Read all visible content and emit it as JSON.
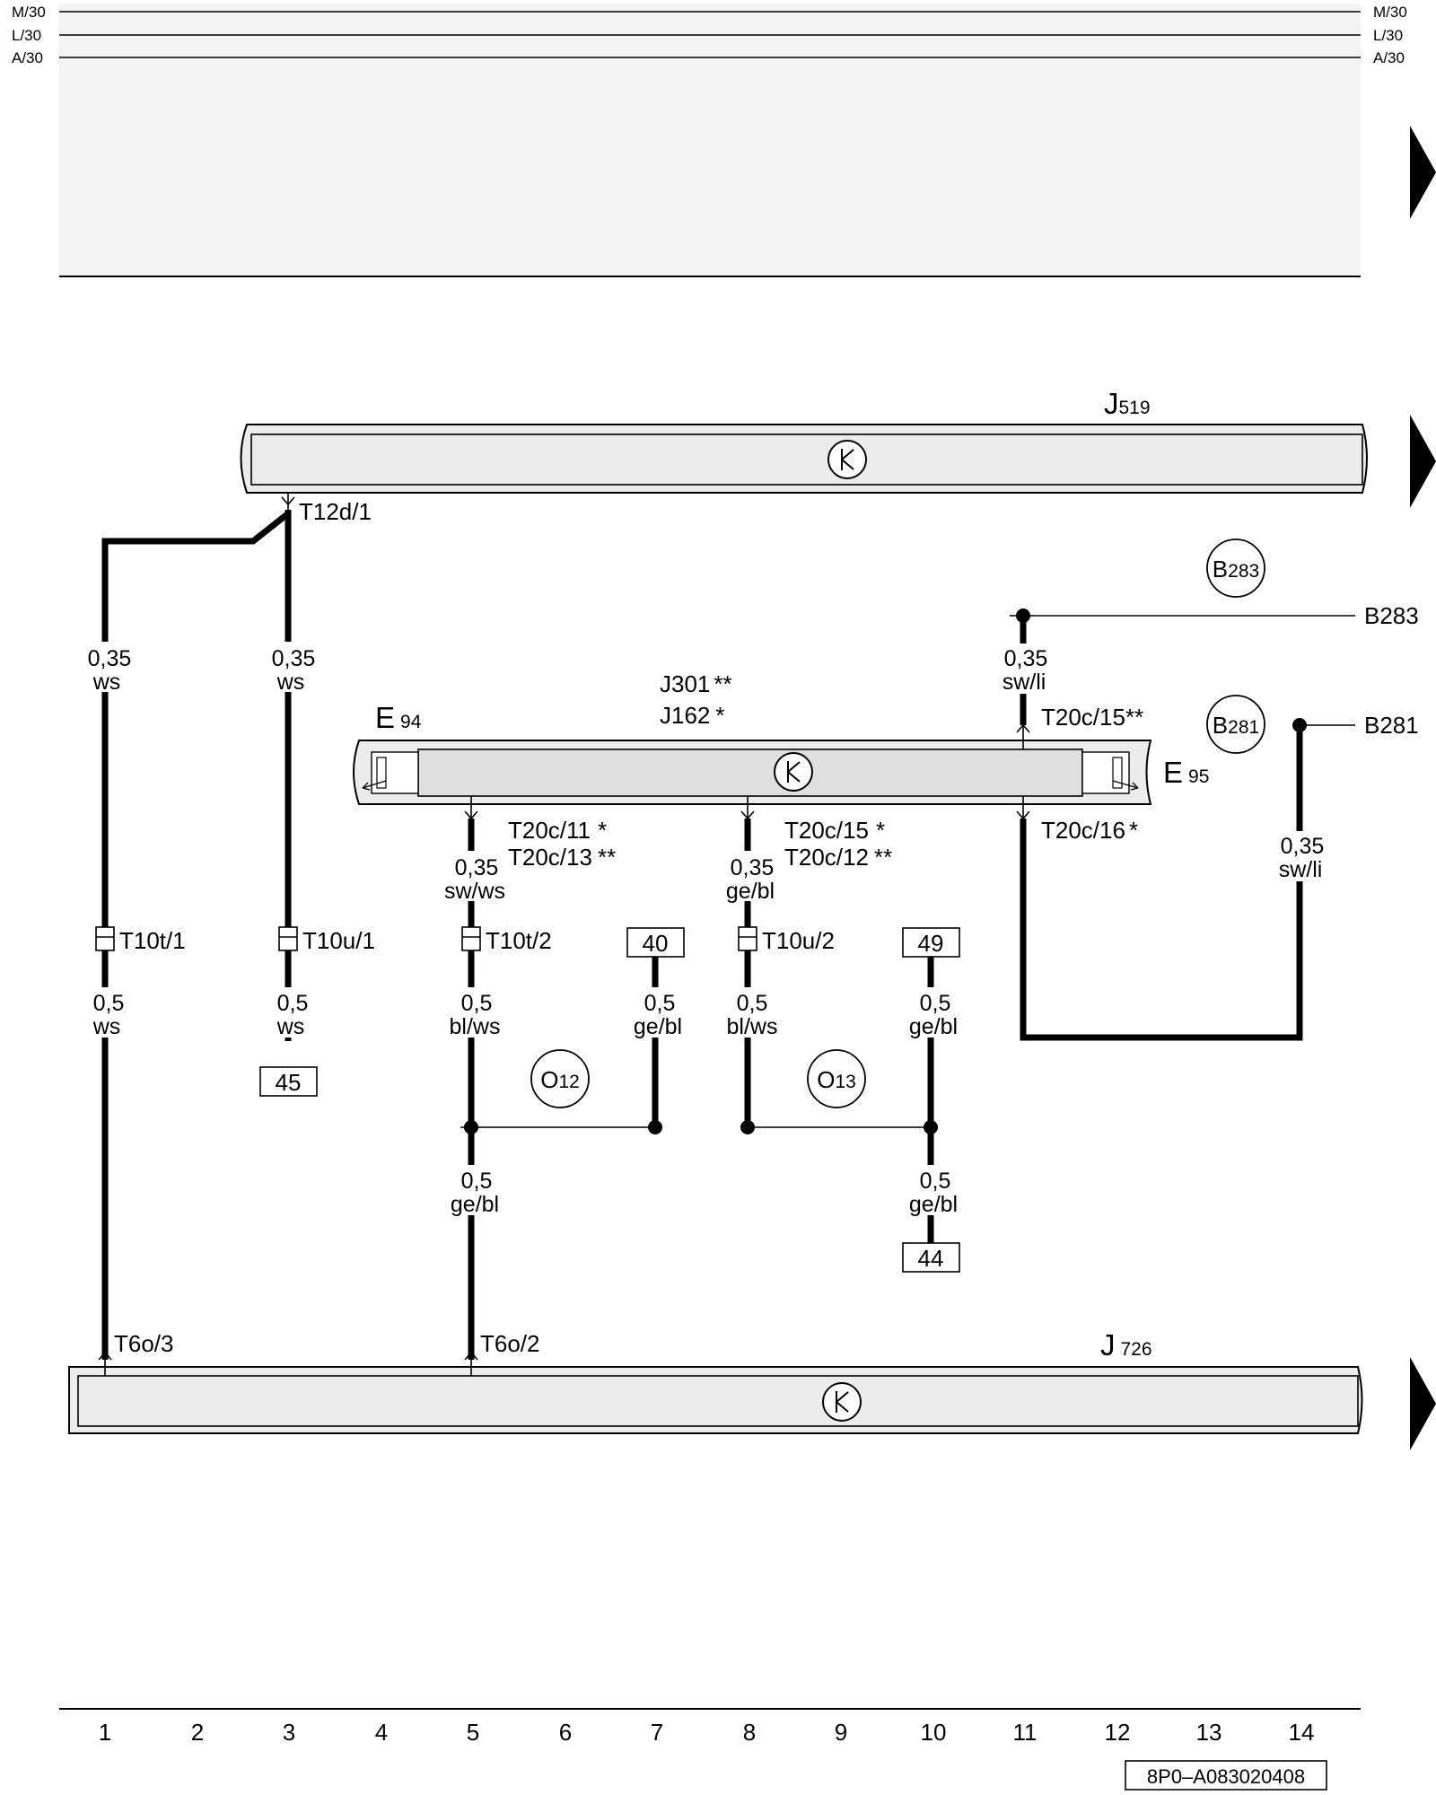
{
  "rails": [
    {
      "name": "M/30",
      "y": 13
    },
    {
      "name": "L/30",
      "y": 39
    },
    {
      "name": "A/30",
      "y": 64
    }
  ],
  "components": {
    "j519": {
      "label": "J",
      "num": "519"
    },
    "j726": {
      "label": "J",
      "num": "726"
    },
    "e94": {
      "label": "E",
      "num": "94"
    },
    "e95": {
      "label": "E",
      "num": "95"
    },
    "j301": {
      "label": "J301",
      "mark": "**"
    },
    "j162": {
      "label": "J162",
      "mark": "*"
    }
  },
  "connectors": {
    "t12d_1": "T12d/1",
    "t10t_1": "T10t/1",
    "t10u_1": "T10u/1",
    "t10t_2": "T10t/2",
    "t10u_2": "T10u/2",
    "t20c_11": "T20c/11",
    "t20c_13": "T20c/13",
    "t20c_15a": "T20c/15",
    "t20c_12": "T20c/12",
    "t20c_15b": "T20c/15",
    "t20c_16": "T20c/16",
    "t6o_3": "T6o/3",
    "t6o_2": "T6o/2",
    "mark_single": "*",
    "mark_double": "**"
  },
  "wires": {
    "w1_top": {
      "size": "0,35",
      "color": "ws"
    },
    "w3_top": {
      "size": "0,35",
      "color": "ws"
    },
    "w1_bot": {
      "size": "0,5",
      "color": "ws"
    },
    "w3_bot": {
      "size": "0,5",
      "color": "ws"
    },
    "w5_top": {
      "size": "0,35",
      "color": "sw/ws"
    },
    "w5_mid": {
      "size": "0,5",
      "color": "bl/ws"
    },
    "w7": {
      "size": "0,5",
      "color": "ge/bl"
    },
    "w8_top": {
      "size": "0,35",
      "color": "ge/bl"
    },
    "w8_mid": {
      "size": "0,5",
      "color": "bl/ws"
    },
    "w10": {
      "size": "0,5",
      "color": "ge/bl"
    },
    "w5_bot": {
      "size": "0,5",
      "color": "ge/bl"
    },
    "w10_bot": {
      "size": "0,5",
      "color": "ge/bl"
    },
    "w11": {
      "size": "0,35",
      "color": "sw/li"
    },
    "w14": {
      "size": "0,35",
      "color": "sw/li"
    }
  },
  "refs": {
    "r45": "45",
    "r40": "40",
    "r49": "49",
    "r44": "44"
  },
  "splices": {
    "o12": {
      "letter": "O",
      "num": "12"
    },
    "o13": {
      "letter": "O",
      "num": "13"
    },
    "b283": {
      "letter": "B",
      "num": "283"
    },
    "b281": {
      "letter": "B",
      "num": "281"
    }
  },
  "offpage": {
    "b283": "B283",
    "b281": "B281"
  },
  "columns": [
    "1",
    "2",
    "3",
    "4",
    "5",
    "6",
    "7",
    "8",
    "9",
    "10",
    "11",
    "12",
    "13",
    "14"
  ],
  "footer_code": "8P0–A083020408"
}
